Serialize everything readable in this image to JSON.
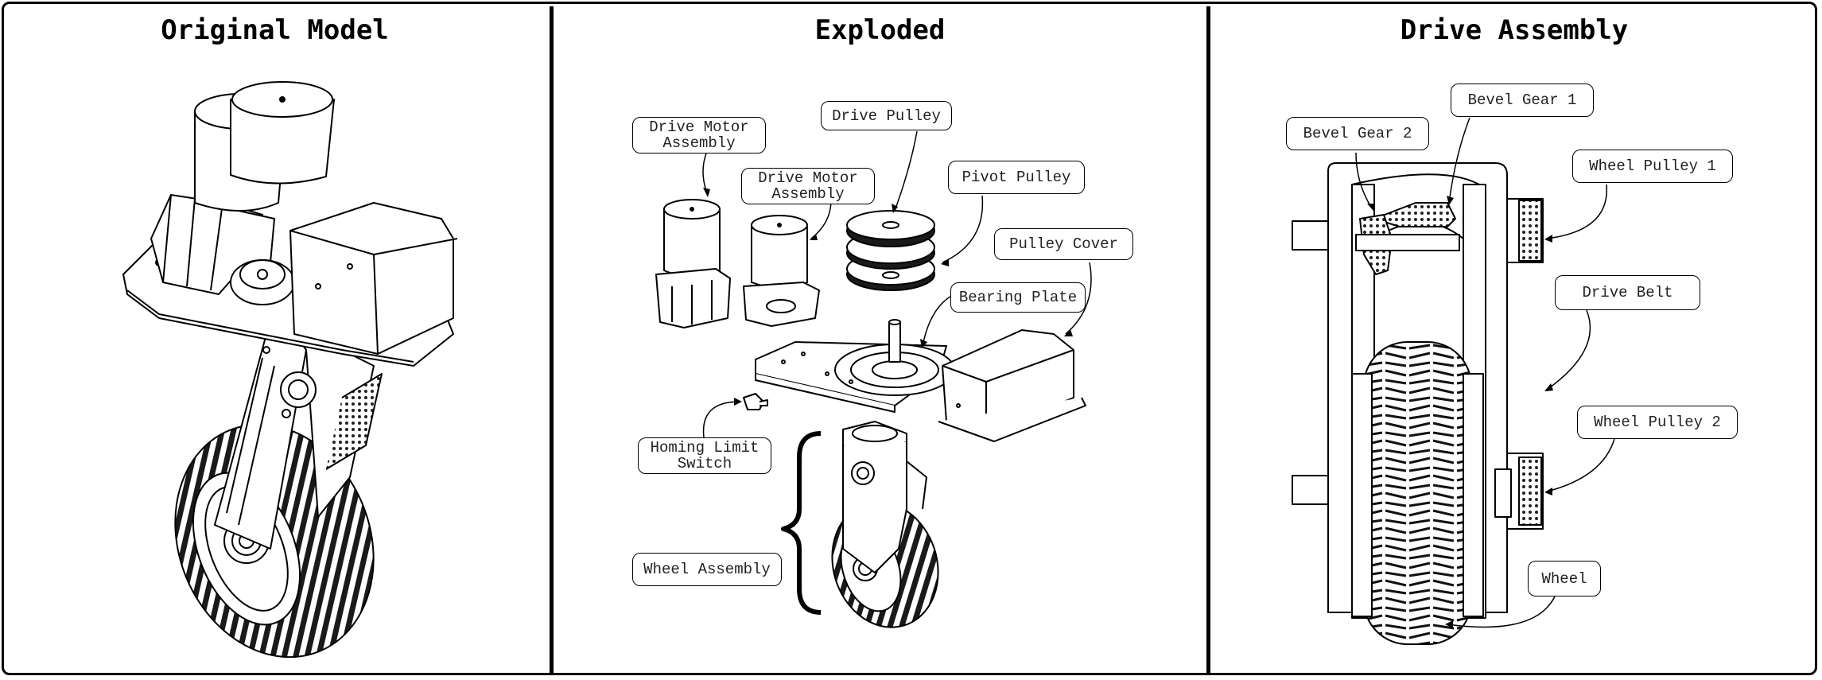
{
  "panels": [
    {
      "title": "Original Model"
    },
    {
      "title": "Exploded"
    },
    {
      "title": "Drive Assembly"
    }
  ],
  "callouts": {
    "exploded": {
      "drive_motor_assembly_1": "Drive Motor\nAssembly",
      "drive_motor_assembly_2": "Drive Motor\nAssembly",
      "drive_pulley": "Drive Pulley",
      "pivot_pulley": "Pivot Pulley",
      "pulley_cover": "Pulley Cover",
      "bearing_plate": "Bearing Plate",
      "homing_limit_switch": "Homing Limit\nSwitch",
      "wheel_assembly": "Wheel Assembly"
    },
    "drive": {
      "bevel_gear_1": "Bevel Gear 1",
      "bevel_gear_2": "Bevel Gear 2",
      "wheel_pulley_1": "Wheel Pulley 1",
      "drive_belt": "Drive Belt",
      "wheel_pulley_2": "Wheel Pulley 2",
      "wheel": "Wheel"
    }
  },
  "colors": {
    "ink": "#000000",
    "paper": "#ffffff",
    "shade": "#222222"
  }
}
